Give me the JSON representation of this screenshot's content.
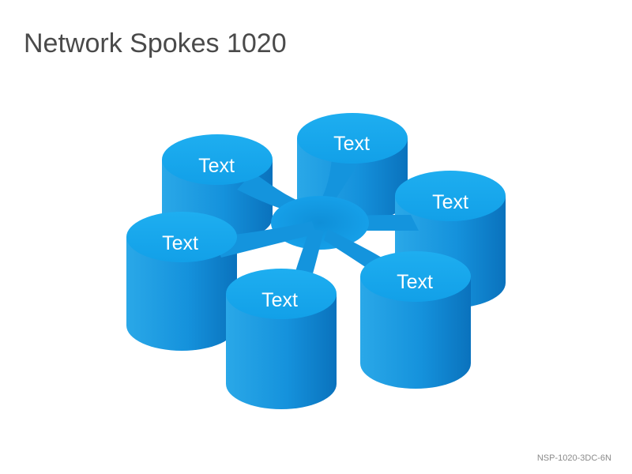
{
  "slide": {
    "title": "Network Spokes 1020",
    "footer_code": "NSP-1020-3DC-6N"
  },
  "diagram": {
    "type": "network-spokes",
    "colors": {
      "top_face": "#17a5ec",
      "side_light": "#1fa3e6",
      "side_dark": "#0b79c6",
      "hub": "#129ce6",
      "label_text": "#ffffff"
    },
    "spokes": [
      {
        "id": "top-left",
        "label": "Text"
      },
      {
        "id": "top",
        "label": "Text"
      },
      {
        "id": "right",
        "label": "Text"
      },
      {
        "id": "left",
        "label": "Text"
      },
      {
        "id": "bottom-right",
        "label": "Text"
      },
      {
        "id": "bottom",
        "label": "Text"
      }
    ]
  }
}
